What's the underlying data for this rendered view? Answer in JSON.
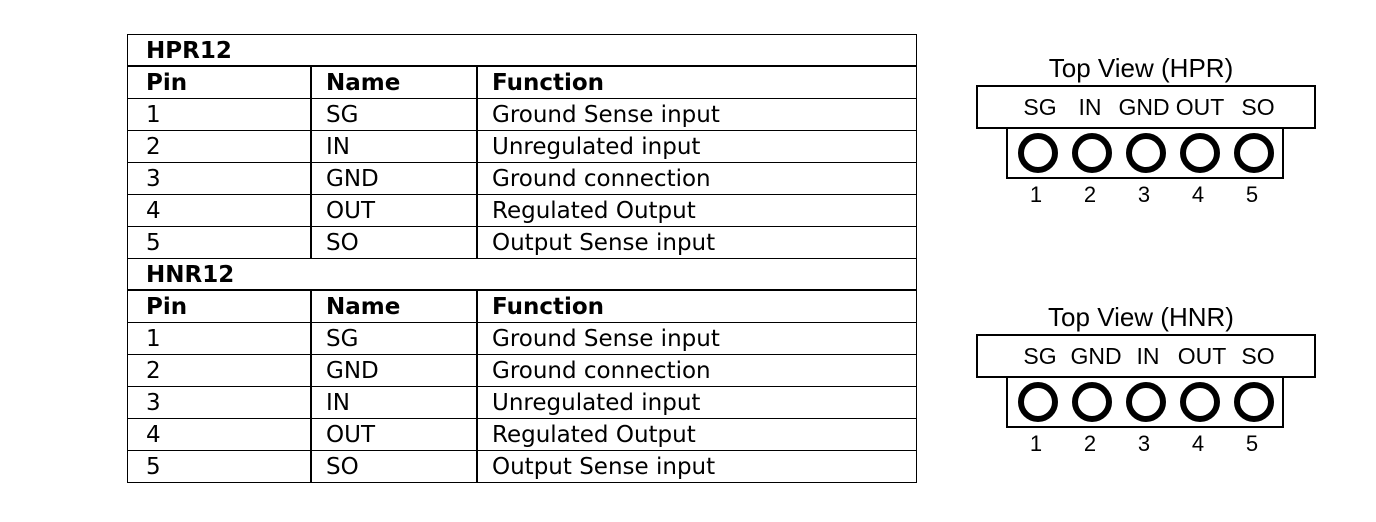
{
  "table": {
    "sections": [
      {
        "title": "HPR12",
        "headers": {
          "pin": "Pin",
          "name": "Name",
          "function": "Function"
        },
        "rows": [
          {
            "pin": "1",
            "name": "SG",
            "function": "Ground Sense input"
          },
          {
            "pin": "2",
            "name": "IN",
            "function": "Unregulated input"
          },
          {
            "pin": "3",
            "name": "GND",
            "function": "Ground connection"
          },
          {
            "pin": "4",
            "name": "OUT",
            "function": "Regulated Output"
          },
          {
            "pin": "5",
            "name": "SO",
            "function": "Output Sense input"
          }
        ]
      },
      {
        "title": "HNR12",
        "headers": {
          "pin": "Pin",
          "name": "Name",
          "function": "Function"
        },
        "rows": [
          {
            "pin": "1",
            "name": "SG",
            "function": "Ground Sense input"
          },
          {
            "pin": "2",
            "name": "GND",
            "function": "Ground connection"
          },
          {
            "pin": "3",
            "name": "IN",
            "function": "Unregulated input"
          },
          {
            "pin": "4",
            "name": "OUT",
            "function": "Regulated Output"
          },
          {
            "pin": "5",
            "name": "SO",
            "function": "Output Sense input"
          }
        ]
      }
    ]
  },
  "views": [
    {
      "title": "Top View (HPR)",
      "labels": [
        "SG",
        "IN",
        "GND",
        "OUT",
        "SO"
      ],
      "numbers": [
        "1",
        "2",
        "3",
        "4",
        "5"
      ]
    },
    {
      "title": "Top View (HNR)",
      "labels": [
        "SG",
        "GND",
        "IN",
        "OUT",
        "SO"
      ],
      "numbers": [
        "1",
        "2",
        "3",
        "4",
        "5"
      ]
    }
  ]
}
